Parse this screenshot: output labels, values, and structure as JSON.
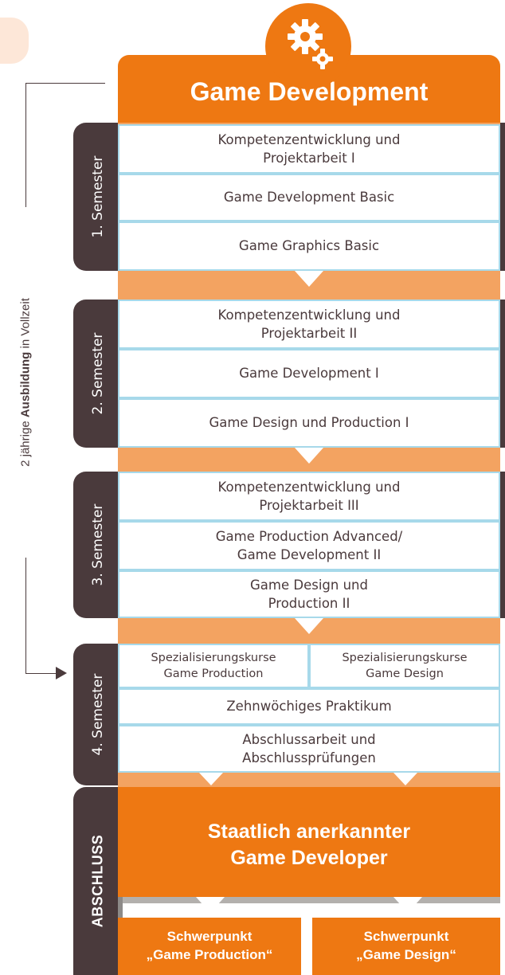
{
  "header": {
    "title": "Game Development",
    "icon": "gears-icon"
  },
  "side_label": {
    "prefix": "2 jährige ",
    "bold": "Ausbildung",
    "suffix": " in Vollzeit"
  },
  "semesters": [
    {
      "label": "1. Semester",
      "modules": [
        "Kompetenzentwicklung und\nProjektarbeit I",
        "Game Development Basic",
        "Game Graphics Basic"
      ]
    },
    {
      "label": "2. Semester",
      "modules": [
        "Kompetenzentwicklung und\nProjektarbeit II",
        "Game Development I",
        "Game Design und Production I"
      ]
    },
    {
      "label": "3. Semester",
      "modules": [
        "Kompetenzentwicklung und\nProjektarbeit III",
        "Game Production Advanced/\nGame Development II",
        "Game Design und\nProduction II"
      ]
    },
    {
      "label": "4. Semester",
      "modules": [
        "Spezialisierungskurse\nGame Production",
        "Spezialisierungskurse\nGame Design",
        "Zehnwöchiges Praktikum",
        "Abschlussarbeit und\nAbschlussprüfungen"
      ]
    }
  ],
  "abschluss": {
    "label": "ABSCHLUSS",
    "title": "Staatlich anerkannter\nGame Developer",
    "focus": [
      "Schwerpunkt\n„Game Production“",
      "Schwerpunkt\n„Game Design“"
    ]
  },
  "colors": {
    "orange": "#ee7812",
    "light_orange": "#f3a361",
    "dark": "#4a3a3c",
    "box_border": "#a7d9ea"
  }
}
